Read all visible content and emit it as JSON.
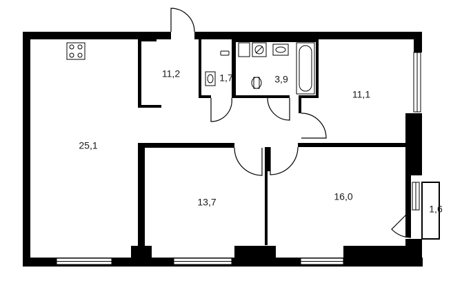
{
  "plan": {
    "wall_color": "#000000",
    "background_color": "#ffffff",
    "rooms": [
      {
        "id": "kitchen_living",
        "area": "25,1"
      },
      {
        "id": "storage",
        "area": "11,2"
      },
      {
        "id": "toilet",
        "area": "1,7"
      },
      {
        "id": "bathroom",
        "area": "3,9"
      },
      {
        "id": "bedroom_right_top",
        "area": "11,1"
      },
      {
        "id": "bedroom_bottom_middle",
        "area": "13,7"
      },
      {
        "id": "bedroom_bottom_right",
        "area": "16,0"
      },
      {
        "id": "balcony",
        "area": "1,6"
      }
    ],
    "fixtures": [
      "stove-icon",
      "toilet-icon",
      "sink-icon",
      "bathtub-icon",
      "washing-machine-icon"
    ]
  }
}
